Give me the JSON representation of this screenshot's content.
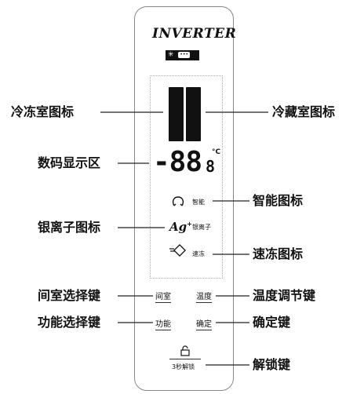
{
  "panel": {
    "logo": "INVERTER",
    "badge_star": "✳",
    "badge_dots": "•••",
    "display_main": "-88",
    "display_small": "8",
    "degree": "°C",
    "icon_labels": {
      "smart": "智能",
      "ion": "银离子",
      "quick_freeze": "速冻"
    },
    "keys": {
      "room_select": "间室",
      "temp_adjust": "温度",
      "function_select": "功能",
      "confirm": "确定",
      "unlock": "3秒解锁"
    }
  },
  "callouts": {
    "freezer_icon": "冷冻室图标",
    "fridge_icon": "冷藏室图标",
    "digital_display": "数码显示区",
    "smart_icon": "智能图标",
    "silver_ion_icon": "银离子图标",
    "quick_freeze_icon": "速冻图标",
    "room_select_key": "间室选择键",
    "temp_adjust_key": "温度调节键",
    "function_select_key": "功能选择键",
    "confirm_key": "确定键",
    "unlock_key": "解锁键"
  }
}
